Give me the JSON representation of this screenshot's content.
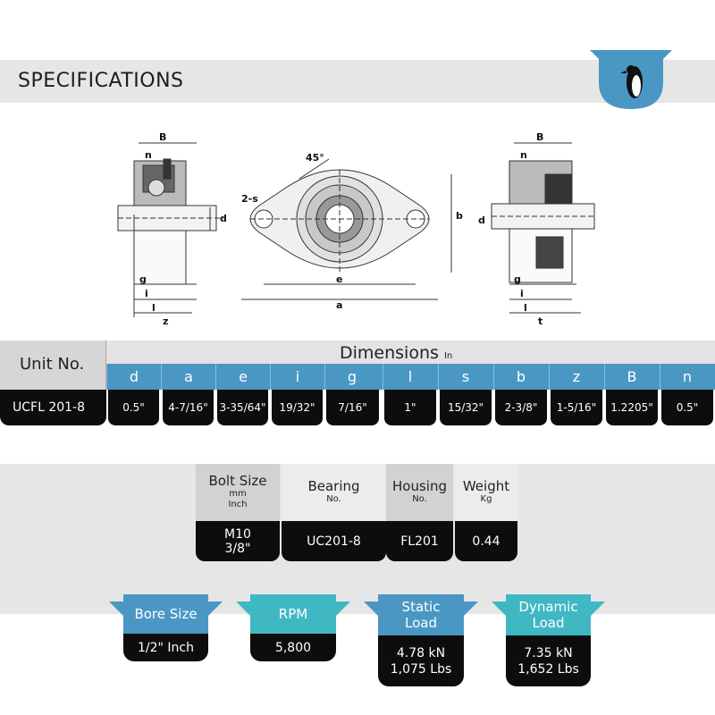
{
  "header": {
    "title": "SPECIFICATIONS"
  },
  "drawing": {
    "left_labels": {
      "B": "B",
      "n": "n",
      "d": "d",
      "g": "g",
      "i": "i",
      "l": "l",
      "z": "z"
    },
    "middle_labels": {
      "angle": "45°",
      "holes": "2-s",
      "b": "b",
      "e": "e",
      "a": "a"
    },
    "right_labels": {
      "B": "B",
      "n": "n",
      "d": "d",
      "g": "g",
      "i": "i",
      "l": "l",
      "t": "t"
    }
  },
  "dimensions": {
    "title": "Dimensions",
    "unit": "In",
    "unit_header": "Unit No.",
    "unit_value": "UCFL 201-8",
    "columns": [
      "d",
      "a",
      "e",
      "i",
      "g",
      "l",
      "s",
      "b",
      "z",
      "B",
      "n"
    ],
    "values": [
      "0.5\"",
      "4-7/16\"",
      "3-35/64\"",
      "19/32\"",
      "7/16\"",
      "1\"",
      "15/32\"",
      "2-3/8\"",
      "1-5/16\"",
      "1.2205\"",
      "0.5\""
    ]
  },
  "specs": {
    "bolt": {
      "title": "Bolt Size",
      "sub1": "mm",
      "sub2": "Inch",
      "val1": "M10",
      "val2": "3/8\""
    },
    "bearing": {
      "title": "Bearing",
      "sub": "No.",
      "val": "UC201-8"
    },
    "housing": {
      "title": "Housing",
      "sub": "No.",
      "val": "FL201"
    },
    "weight": {
      "title": "Weight",
      "sub": "Kg",
      "val": "0.44"
    }
  },
  "badges": {
    "bore": {
      "title": "Bore Size",
      "val": "1/2\" Inch"
    },
    "rpm": {
      "title": "RPM",
      "val": "5,800"
    },
    "static": {
      "title1": "Static",
      "title2": "Load",
      "val1": "4.78 kN",
      "val2": "1,075 Lbs"
    },
    "dynamic": {
      "title1": "Dynamic",
      "title2": "Load",
      "val1": "7.35 kN",
      "val2": "1,652 Lbs"
    }
  },
  "colors": {
    "blue": "#4a97c4",
    "teal": "#3fb8c4",
    "black": "#0d0d0d",
    "gray": "#e6e6e6"
  }
}
